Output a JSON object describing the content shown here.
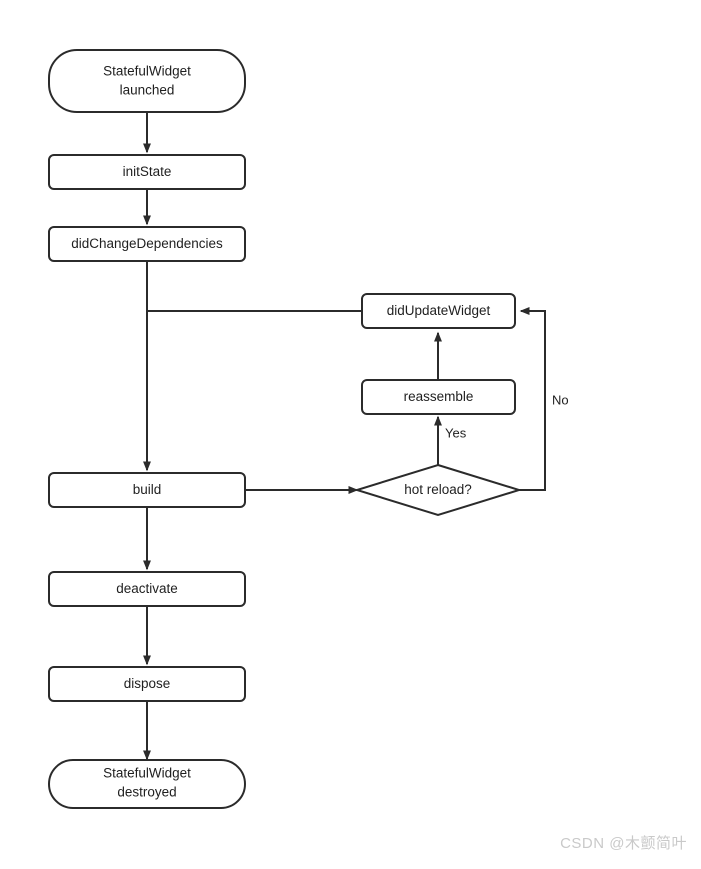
{
  "diagram": {
    "title": "StatefulWidget lifecycle flowchart",
    "stroke_color": "#2b2b2b",
    "fill_color": "#ffffff",
    "text_color": "#1f1f1f",
    "nodes": [
      {
        "id": "launched",
        "shape": "stadium",
        "line1": "StatefulWidget",
        "line2": "launched"
      },
      {
        "id": "initstate",
        "shape": "rect",
        "label": "initState"
      },
      {
        "id": "didchangedeps",
        "shape": "rect",
        "label": "didChangeDependencies"
      },
      {
        "id": "build",
        "shape": "rect",
        "label": "build"
      },
      {
        "id": "deactivate",
        "shape": "rect",
        "label": "deactivate"
      },
      {
        "id": "dispose",
        "shape": "rect",
        "label": "dispose"
      },
      {
        "id": "destroyed",
        "shape": "stadium",
        "line1": "StatefulWidget",
        "line2": "destroyed"
      },
      {
        "id": "didupdatewidget",
        "shape": "rect",
        "label": "didUpdateWidget"
      },
      {
        "id": "reassemble",
        "shape": "rect",
        "label": "reassemble"
      },
      {
        "id": "hotreload",
        "shape": "diamond",
        "label": "hot reload?"
      }
    ],
    "edge_labels": {
      "yes": "Yes",
      "no": "No"
    },
    "edges": [
      {
        "from": "launched",
        "to": "initstate",
        "label": ""
      },
      {
        "from": "initstate",
        "to": "didchangedeps",
        "label": ""
      },
      {
        "from": "didchangedeps",
        "to": "build",
        "label": ""
      },
      {
        "from": "didchangedeps",
        "to": "didupdatewidget",
        "label": ""
      },
      {
        "from": "build",
        "to": "hotreload",
        "label": ""
      },
      {
        "from": "build",
        "to": "deactivate",
        "label": ""
      },
      {
        "from": "deactivate",
        "to": "dispose",
        "label": ""
      },
      {
        "from": "dispose",
        "to": "destroyed",
        "label": ""
      },
      {
        "from": "hotreload",
        "to": "reassemble",
        "label": "Yes"
      },
      {
        "from": "reassemble",
        "to": "didupdatewidget",
        "label": ""
      },
      {
        "from": "hotreload",
        "to": "didupdatewidget",
        "label": "No"
      }
    ]
  },
  "watermark": {
    "text": "CSDN @木颤简叶"
  }
}
